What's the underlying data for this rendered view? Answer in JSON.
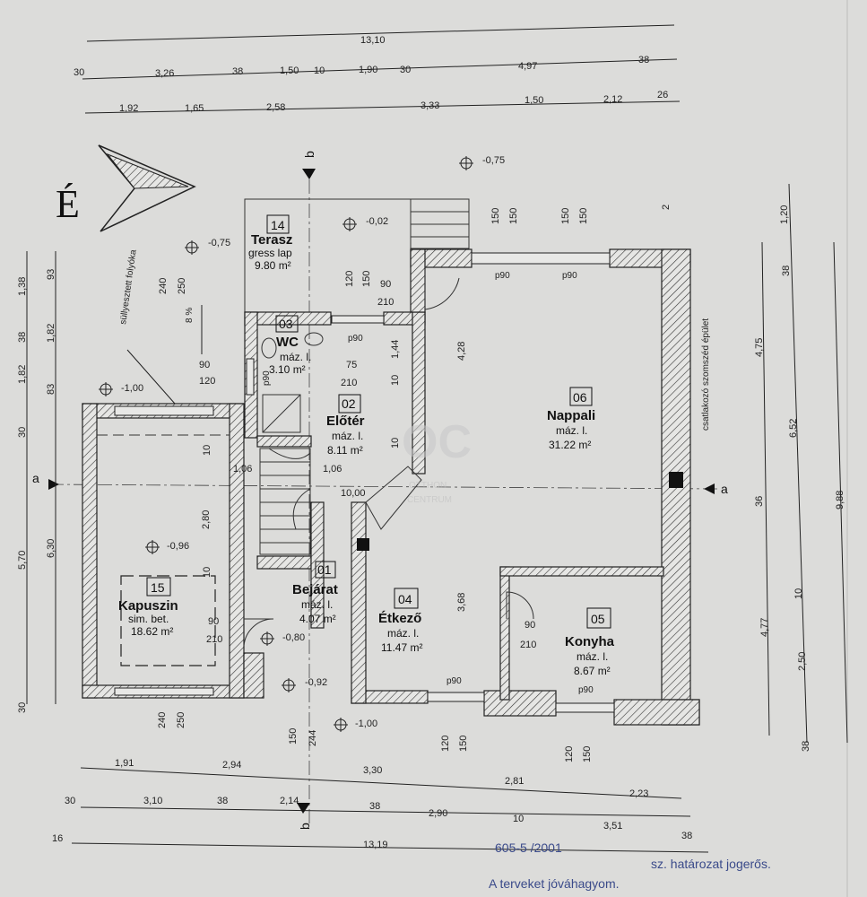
{
  "compass_letter": "É",
  "section_marks": {
    "a": "a",
    "b": "b"
  },
  "dims": {
    "top_total": "13,10",
    "top_row2": [
      "30",
      "3,26",
      "38",
      "1,50",
      "10",
      "1,90",
      "30",
      "4,97",
      "38"
    ],
    "top_row3": [
      "1,92",
      "1,65",
      "2,58",
      "3,33",
      "1,50",
      "2,12",
      "26"
    ],
    "bottom_row1": [
      "1,91",
      "2,94",
      "3,30",
      "2,81",
      "2,23"
    ],
    "bottom_row2": [
      "30",
      "3,10",
      "38",
      "2,14",
      "38",
      "2,90",
      "10",
      "3,51",
      "38"
    ],
    "bottom_total_left": "16",
    "bottom_total": "13,19",
    "left_outer": [
      "1,38",
      "38",
      "1,82",
      "30",
      "5,70",
      "30"
    ],
    "left_inner": [
      "93",
      "1,82",
      "83",
      "6,30"
    ],
    "right_a": [
      "1,20",
      "38",
      "4,75",
      "36",
      "4,77"
    ],
    "right_b": [
      "6,52",
      "10",
      "2,50",
      "38"
    ],
    "right_total": "9,88",
    "misc": [
      "240",
      "250",
      "240",
      "250",
      "120",
      "150",
      "120",
      "150",
      "150",
      "150",
      "150",
      "150",
      "2",
      "90",
      "120",
      "75",
      "210",
      "10",
      "1,44",
      "10",
      "4,28",
      "3,68",
      "1,06",
      "1,06",
      "10,00",
      "2,80",
      "10",
      "10",
      "244",
      "150",
      "90",
      "210",
      "p90",
      "p90",
      "p90",
      "p90",
      "p90",
      "p90"
    ]
  },
  "levels": [
    "-0,75",
    "-0,75",
    "-0,02",
    "-1,00",
    "-0,96",
    "-0,80",
    "-0,92",
    "-1,00"
  ],
  "labels": {
    "gutter": "süllyesztett folyóka",
    "slope": "8 %",
    "neighbour": "csatlakozó szomszéd épület"
  },
  "rooms": [
    {
      "num": "14",
      "name": "Terasz",
      "floor": "gress lap",
      "area": "9.80 m²"
    },
    {
      "num": "03",
      "name": "WC",
      "floor": "máz. l.",
      "area": "3.10 m²"
    },
    {
      "num": "02",
      "name": "Előtér",
      "floor": "máz. l.",
      "area": "8.11 m²"
    },
    {
      "num": "06",
      "name": "Nappali",
      "floor": "máz. l.",
      "area": "31.22 m²"
    },
    {
      "num": "15",
      "name": "Kapuszin",
      "floor": "sim. bet.",
      "area": "18.62 m²"
    },
    {
      "num": "01",
      "name": "Bejárat",
      "floor": "máz. l.",
      "area": "4.07 m²"
    },
    {
      "num": "04",
      "name": "Étkező",
      "floor": "máz. l.",
      "area": "11.47 m²"
    },
    {
      "num": "05",
      "name": "Konyha",
      "floor": "máz. l.",
      "area": "8.67 m²"
    }
  ],
  "watermark": {
    "logo": "OC",
    "line1": "OTTHON",
    "line2": "CENTRUM"
  },
  "approval": {
    "number": "605-5 /2001",
    "text1": "sz. határozat jogerős.",
    "text2": "A terveket jóváhagyom."
  }
}
